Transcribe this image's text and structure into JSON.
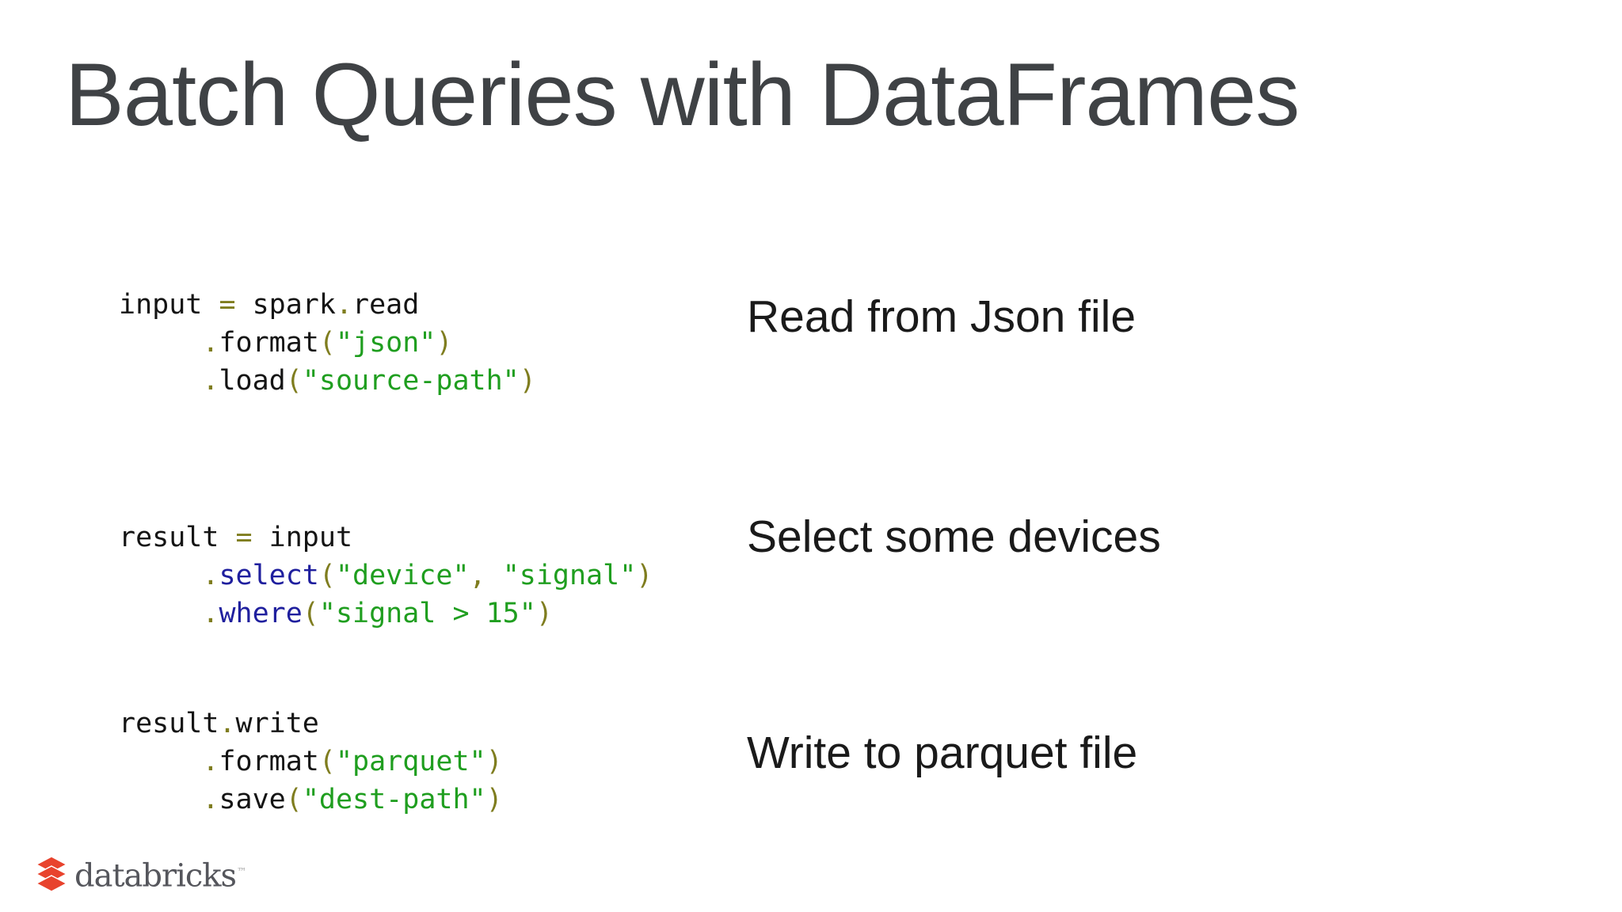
{
  "slide": {
    "title": "Batch Queries with DataFrames",
    "annotations": [
      "Read from Json file",
      "Select some devices",
      "Write to parquet file"
    ],
    "code_blocks": [
      {
        "name": "read",
        "lines": [
          [
            [
              "plain",
              "input "
            ],
            [
              "op",
              "="
            ],
            [
              "plain",
              " spark"
            ],
            [
              "op",
              "."
            ],
            [
              "plain",
              "read"
            ]
          ],
          [
            [
              "plain",
              "     "
            ],
            [
              "op",
              "."
            ],
            [
              "plain",
              "format"
            ],
            [
              "op",
              "("
            ],
            [
              "str",
              "\"json\""
            ],
            [
              "op",
              ")"
            ]
          ],
          [
            [
              "plain",
              "     "
            ],
            [
              "op",
              "."
            ],
            [
              "plain",
              "load"
            ],
            [
              "op",
              "("
            ],
            [
              "str",
              "\"source-path\""
            ],
            [
              "op",
              ")"
            ]
          ]
        ]
      },
      {
        "name": "select",
        "lines": [
          [
            [
              "plain",
              "result "
            ],
            [
              "op",
              "="
            ],
            [
              "plain",
              " input"
            ]
          ],
          [
            [
              "plain",
              "     "
            ],
            [
              "op",
              "."
            ],
            [
              "kw",
              "select"
            ],
            [
              "op",
              "("
            ],
            [
              "str",
              "\"device\""
            ],
            [
              "op",
              ", "
            ],
            [
              "str",
              "\"signal\""
            ],
            [
              "op",
              ")"
            ]
          ],
          [
            [
              "plain",
              "     "
            ],
            [
              "op",
              "."
            ],
            [
              "kw",
              "where"
            ],
            [
              "op",
              "("
            ],
            [
              "str",
              "\"signal > 15\""
            ],
            [
              "op",
              ")"
            ]
          ]
        ]
      },
      {
        "name": "write",
        "lines": [
          [
            [
              "plain",
              "result"
            ],
            [
              "op",
              "."
            ],
            [
              "plain",
              "write"
            ]
          ],
          [
            [
              "plain",
              "     "
            ],
            [
              "op",
              "."
            ],
            [
              "plain",
              "format"
            ],
            [
              "op",
              "("
            ],
            [
              "str",
              "\"parquet\""
            ],
            [
              "op",
              ")"
            ]
          ],
          [
            [
              "plain",
              "     "
            ],
            [
              "op",
              "."
            ],
            [
              "plain",
              "save"
            ],
            [
              "op",
              "("
            ],
            [
              "str",
              "\"dest-path\""
            ],
            [
              "op",
              ")"
            ]
          ]
        ]
      }
    ],
    "logo": {
      "brand": "databricks",
      "trademark": "™"
    }
  },
  "colors": {
    "background": "#ffffff",
    "title": "#3f4245",
    "code_plain": "#141414",
    "code_operator": "#7f7d1f",
    "code_string": "#1f9e1f",
    "code_keyword": "#1f1f9e",
    "annotation": "#1a1a1a",
    "brand_red": "#e8432d",
    "brand_text": "#55565c"
  }
}
